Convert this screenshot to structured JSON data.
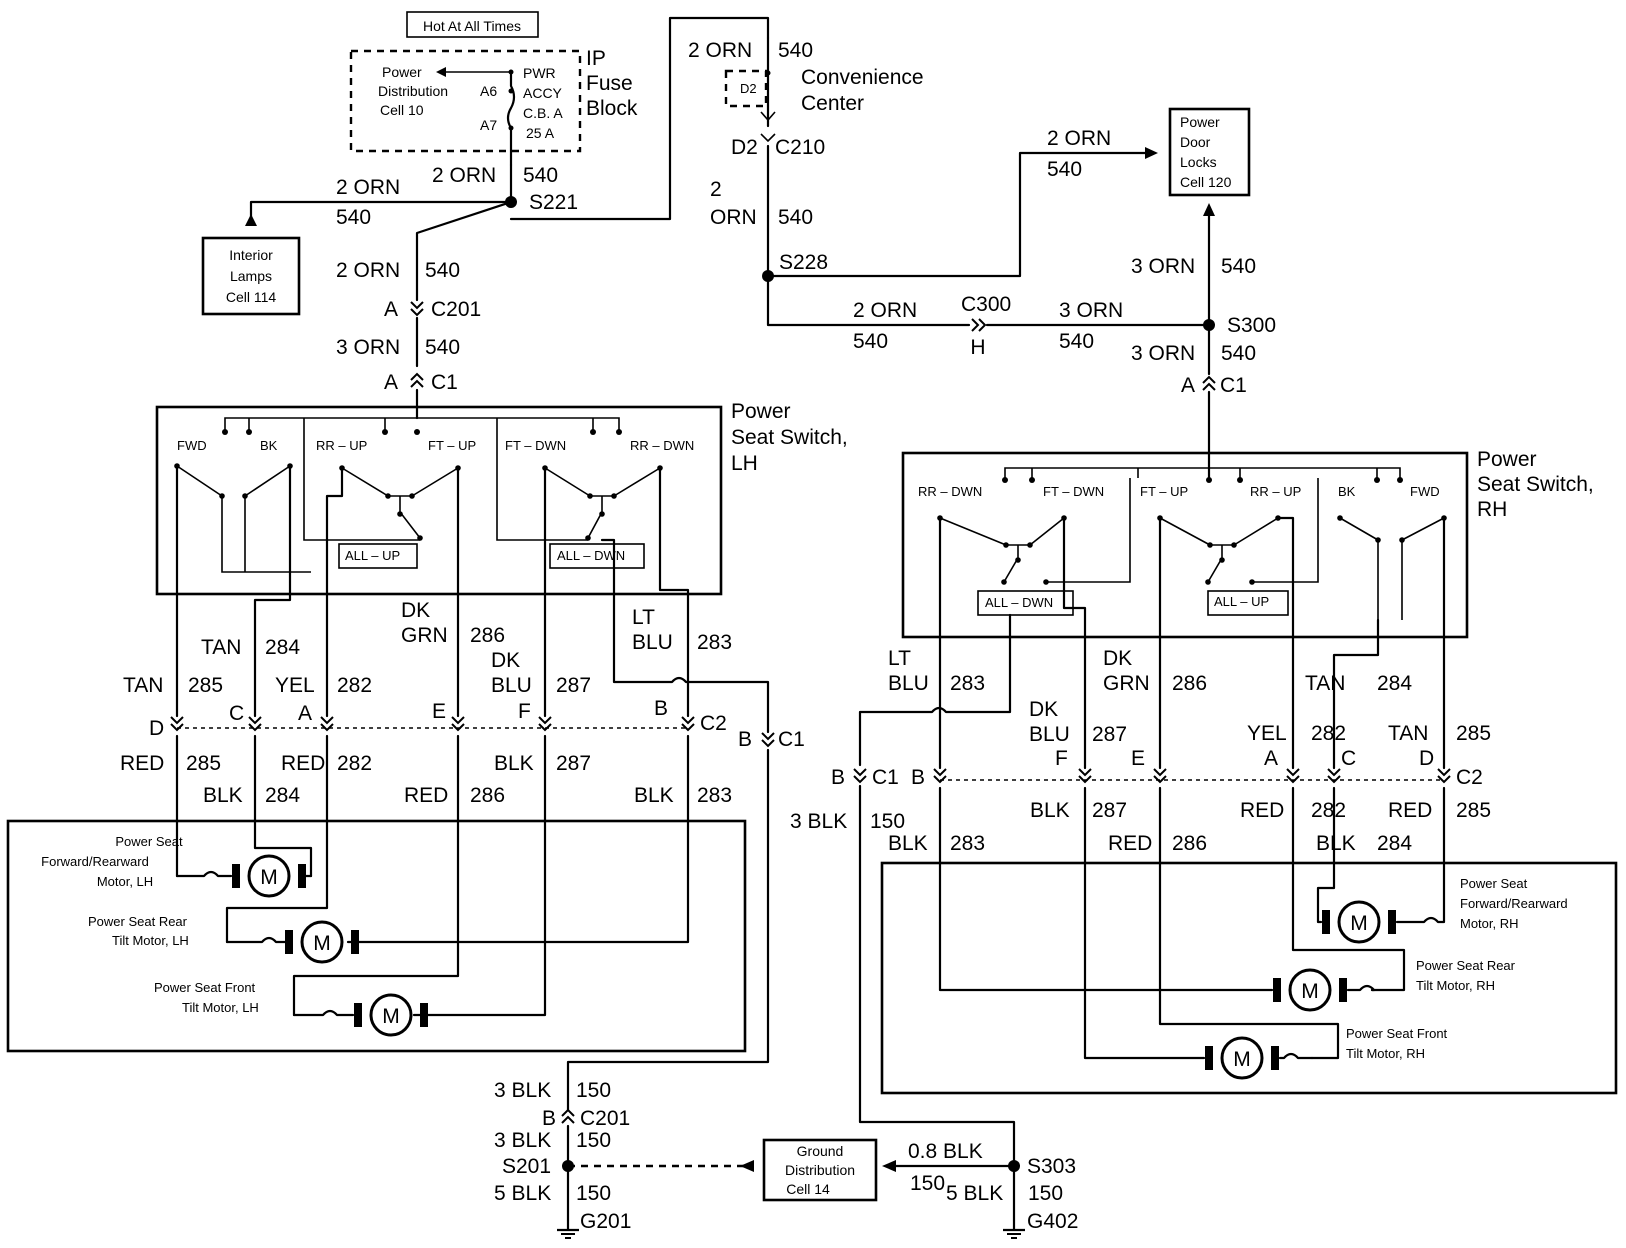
{
  "hot_label": "Hot At All Times",
  "fuse_block": {
    "title": [
      "IP",
      "Fuse",
      "Block"
    ],
    "pdc_label": [
      "Power",
      "Distribution",
      "Cell 10"
    ],
    "breaker": [
      "PWR",
      "ACCY",
      "C.B. A",
      "25 A"
    ],
    "pin_a6": "A6",
    "pin_a7": "A7"
  },
  "convenience_center": {
    "title": [
      "Convenience",
      "Center"
    ],
    "fuse": "D2"
  },
  "boxes": {
    "interior_lamps": [
      "Interior",
      "Lamps",
      "Cell 114"
    ],
    "power_door_locks": [
      "Power",
      "Door",
      "Locks",
      "Cell 120"
    ],
    "ground_distribution": [
      "Ground",
      "Distribution",
      "Cell 14"
    ]
  },
  "connectors": {
    "c210_pin": "D2",
    "c210": "C210",
    "c201": "C201",
    "c201_pin_a": "A",
    "c201_pin_b": "B",
    "c1": "C1",
    "c1_pin_a": "A",
    "c1_pin_b": "B",
    "c2": "C2",
    "c300": "C300",
    "c300_pin": "H"
  },
  "splices": [
    "S221",
    "S228",
    "S300",
    "S201",
    "S303"
  ],
  "grounds": [
    "G201",
    "G402"
  ],
  "feed_wires": [
    {
      "size": "2 ORN",
      "circuit": "540"
    },
    {
      "size": "2 ORN",
      "circuit": "540"
    },
    {
      "size": "2 ORN",
      "circuit": "540"
    },
    {
      "size": "2 ORN",
      "circuit": "540"
    },
    {
      "size": "3 ORN",
      "circuit": "540"
    },
    {
      "size": "2",
      "size2": "ORN",
      "circuit": "540"
    },
    {
      "size": "2 ORN",
      "circuit": "540"
    },
    {
      "size": "2 ORN",
      "circuit": "540"
    },
    {
      "size": "3 ORN",
      "circuit": "540"
    },
    {
      "size": "3 ORN",
      "circuit": "540"
    },
    {
      "size": "3 ORN",
      "circuit": "540"
    }
  ],
  "ground_wires": [
    {
      "size": "3 BLK",
      "circuit": "150"
    },
    {
      "size": "3 BLK",
      "circuit": "150"
    },
    {
      "size": "5 BLK",
      "circuit": "150"
    },
    {
      "size": "0.8 BLK",
      "circuit": "150"
    },
    {
      "size": "5 BLK",
      "circuit": "150"
    },
    {
      "size": "3 BLK",
      "circuit": "150"
    }
  ],
  "switch_lh": {
    "title": [
      "Power",
      "Seat Switch,",
      "LH"
    ],
    "contacts": [
      "FWD",
      "BK",
      "RR – UP",
      "FT – UP",
      "FT – DWN",
      "RR – DWN"
    ],
    "all_up": "ALL – UP",
    "all_dwn": "ALL – DWN"
  },
  "switch_rh": {
    "title": [
      "Power",
      "Seat Switch,",
      "RH"
    ],
    "contacts": [
      "RR – DWN",
      "FT – DWN",
      "FT – UP",
      "RR – UP",
      "BK",
      "FWD"
    ],
    "all_dwn": "ALL – DWN",
    "all_up": "ALL – UP"
  },
  "lh_wires_upper": [
    {
      "color": "TAN",
      "circuit": "285"
    },
    {
      "color": "TAN",
      "circuit": "284"
    },
    {
      "color": "YEL",
      "circuit": "282"
    },
    {
      "color": "DK",
      "color2": "GRN",
      "circuit": "286"
    },
    {
      "color": "DK",
      "color2": "BLU",
      "circuit": "287"
    },
    {
      "color": "LT",
      "color2": "BLU",
      "circuit": "283"
    }
  ],
  "lh_pins": [
    "D",
    "C",
    "A",
    "E",
    "F",
    "B"
  ],
  "lh_wires_lower": [
    {
      "color": "RED",
      "circuit": "285"
    },
    {
      "color": "BLK",
      "circuit": "284"
    },
    {
      "color": "RED",
      "circuit": "282"
    },
    {
      "color": "RED",
      "circuit": "286"
    },
    {
      "color": "BLK",
      "circuit": "287"
    },
    {
      "color": "BLK",
      "circuit": "283"
    }
  ],
  "rh_wires_upper": [
    {
      "color": "LT",
      "color2": "BLU",
      "circuit": "283"
    },
    {
      "color": "DK",
      "color2": "GRN",
      "circuit": "286"
    },
    {
      "color": "DK",
      "color2": "BLU",
      "circuit": "287"
    },
    {
      "color": "TAN",
      "circuit": "284"
    },
    {
      "color": "YEL",
      "circuit": "282"
    },
    {
      "color": "TAN",
      "circuit": "285"
    }
  ],
  "rh_pins": [
    "B",
    "F",
    "E",
    "A",
    "C",
    "D"
  ],
  "rh_wires_lower": [
    {
      "color": "BLK",
      "circuit": "283"
    },
    {
      "color": "BLK",
      "circuit": "287"
    },
    {
      "color": "RED",
      "circuit": "286"
    },
    {
      "color": "RED",
      "circuit": "282"
    },
    {
      "color": "BLK",
      "circuit": "284"
    },
    {
      "color": "RED",
      "circuit": "285"
    }
  ],
  "motor_symbol": "M",
  "motors_lh": [
    [
      "Power Seat",
      "Forward/Rearward",
      "Motor, LH"
    ],
    [
      "Power Seat Rear",
      "Tilt Motor, LH"
    ],
    [
      "Power Seat Front",
      "Tilt Motor, LH"
    ]
  ],
  "motors_rh": [
    [
      "Power Seat",
      "Forward/Rearward",
      "Motor, RH"
    ],
    [
      "Power Seat Rear",
      "Tilt Motor, RH"
    ],
    [
      "Power Seat Front",
      "Tilt Motor, RH"
    ]
  ]
}
